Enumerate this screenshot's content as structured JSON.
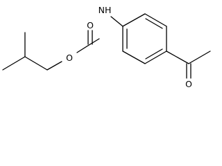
{
  "structure": {
    "atoms": {
      "nh": "NH",
      "carbonyl_o": "O",
      "ester_o": "O",
      "ketone_o": "O"
    }
  },
  "colors": {
    "background": "#ffffff",
    "stroke": "#000000"
  }
}
